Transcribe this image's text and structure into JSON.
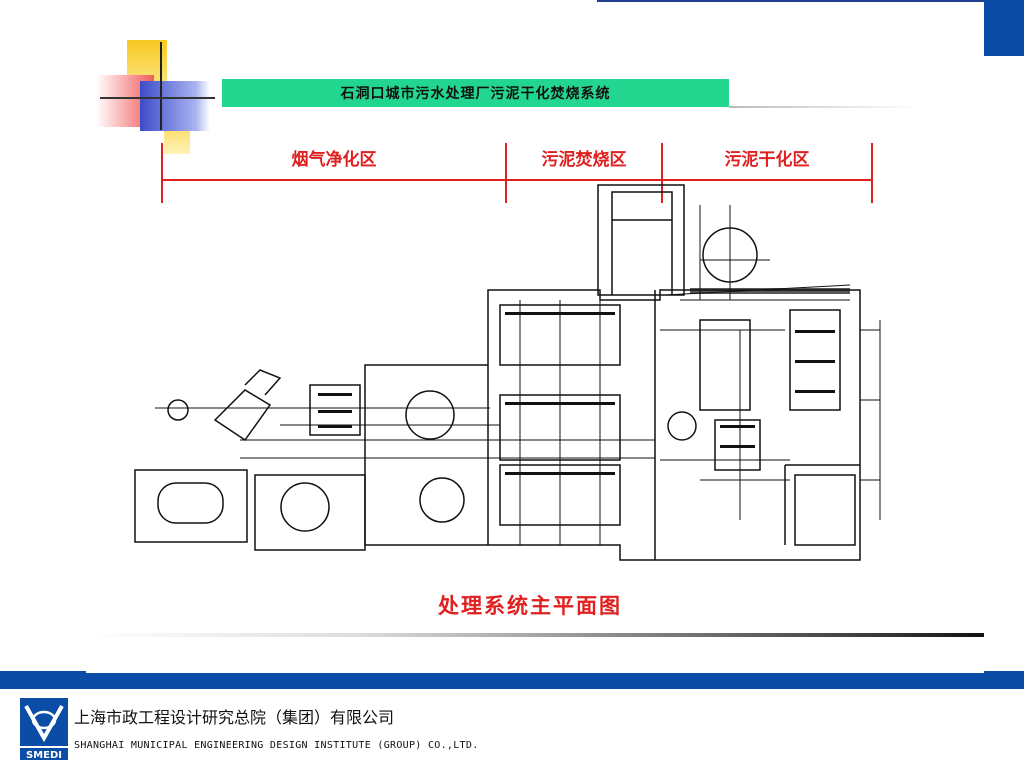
{
  "slide": {
    "banner_title": "石洞口城市污水处理厂污泥干化焚烧系统",
    "zones": [
      {
        "label": "烟气净化区"
      },
      {
        "label": "污泥焚烧区"
      },
      {
        "label": "污泥干化区"
      }
    ],
    "caption": "处理系统主平面图"
  },
  "footer": {
    "company_cn": "上海市政工程设计研究总院（集团）有限公司",
    "company_en": "SHANGHAI MUNICIPAL ENGINEERING DESIGN INSTITUTE (GROUP) CO.,LTD.",
    "logo_text": "SMEDI"
  },
  "colors": {
    "accent_blue": "#0a4ca6",
    "title_green": "#22d68f",
    "label_red": "#e02020"
  }
}
